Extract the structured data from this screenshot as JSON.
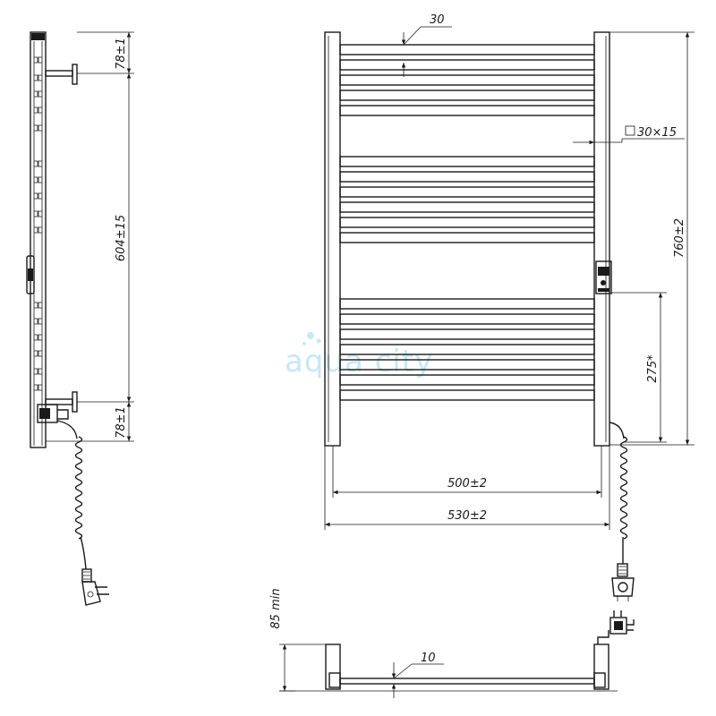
{
  "side_view": {
    "dim_top": "78±1",
    "dim_middle": "604±15",
    "dim_bottom": "78±1"
  },
  "front_view": {
    "bar_height": "30",
    "bar_section": "30×15",
    "total_height": "760±2",
    "connection_height": "275*",
    "inner_width": "500±2",
    "outer_width": "530±2"
  },
  "bottom_view": {
    "wall_distance": "85 min",
    "bar_depth": "10"
  },
  "watermark": {
    "text": "aqua city"
  },
  "colors": {
    "line": "#1a1a1a",
    "watermark": "#bfe3f5"
  }
}
